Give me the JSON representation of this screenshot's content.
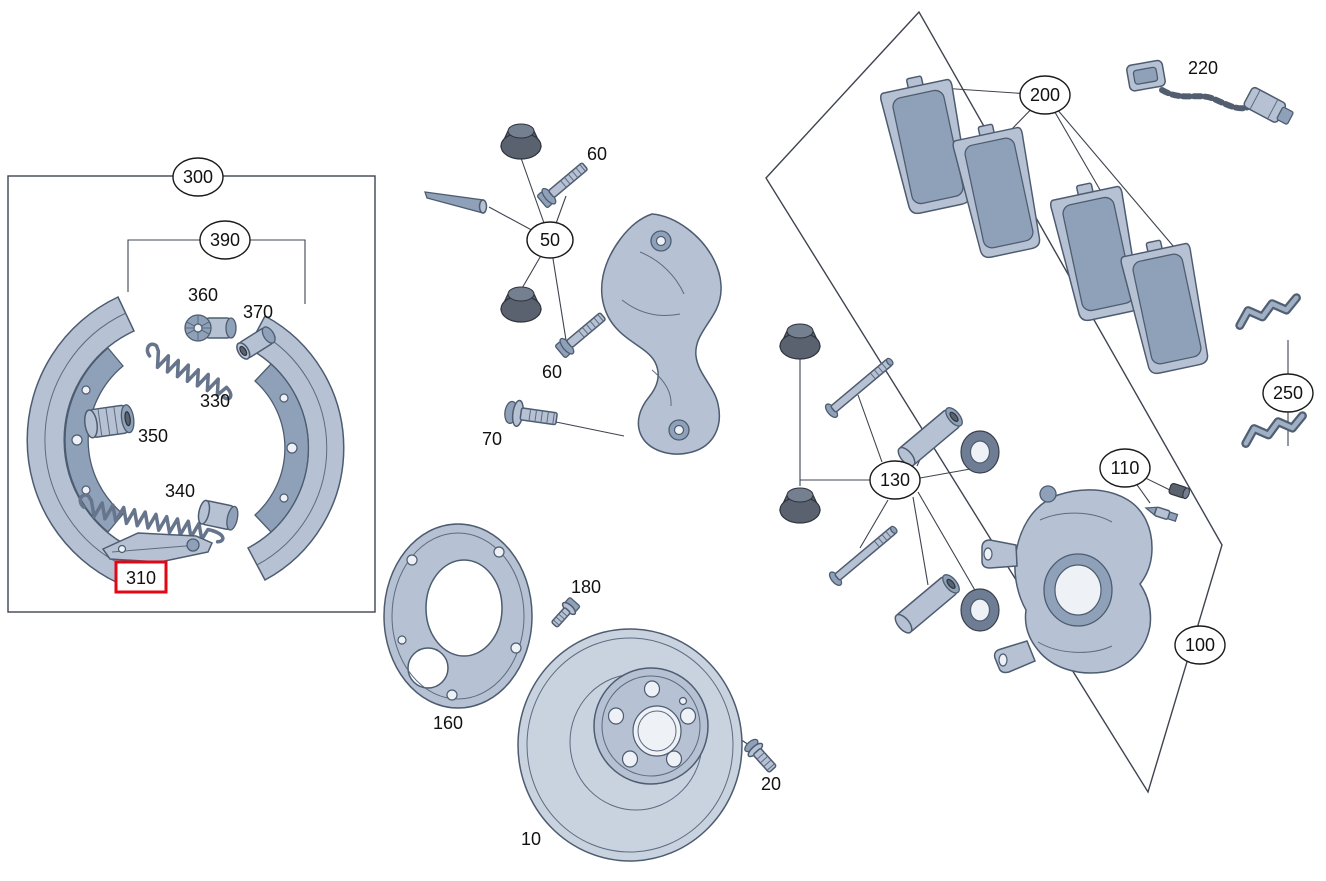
{
  "diagram": {
    "colors": {
      "highlight": "#e30613",
      "part_fill": "#b6c2d3",
      "part_outline": "#4d5c70",
      "line": "#3f4450",
      "background": "#ffffff"
    }
  },
  "callouts": {
    "p300": {
      "label": "300",
      "shape": "ellipse"
    },
    "p390": {
      "label": "390",
      "shape": "ellipse"
    },
    "p360": {
      "label": "360",
      "shape": "text"
    },
    "p370": {
      "label": "370",
      "shape": "text"
    },
    "p330": {
      "label": "330",
      "shape": "text"
    },
    "p350": {
      "label": "350",
      "shape": "text"
    },
    "p340": {
      "label": "340",
      "shape": "text"
    },
    "p310": {
      "label": "310",
      "shape": "text",
      "highlighted": true
    },
    "p50": {
      "label": "50",
      "shape": "ellipse"
    },
    "p60a": {
      "label": "60",
      "shape": "text"
    },
    "p60b": {
      "label": "60",
      "shape": "text"
    },
    "p70": {
      "label": "70",
      "shape": "text"
    },
    "p160": {
      "label": "160",
      "shape": "text"
    },
    "p180": {
      "label": "180",
      "shape": "text"
    },
    "p10": {
      "label": "10",
      "shape": "text"
    },
    "p20": {
      "label": "20",
      "shape": "text"
    },
    "p200": {
      "label": "200",
      "shape": "ellipse"
    },
    "p220": {
      "label": "220",
      "shape": "text"
    },
    "p250": {
      "label": "250",
      "shape": "ellipse"
    },
    "p130": {
      "label": "130",
      "shape": "ellipse"
    },
    "p110": {
      "label": "110",
      "shape": "ellipse"
    },
    "p100": {
      "label": "100",
      "shape": "ellipse"
    }
  }
}
